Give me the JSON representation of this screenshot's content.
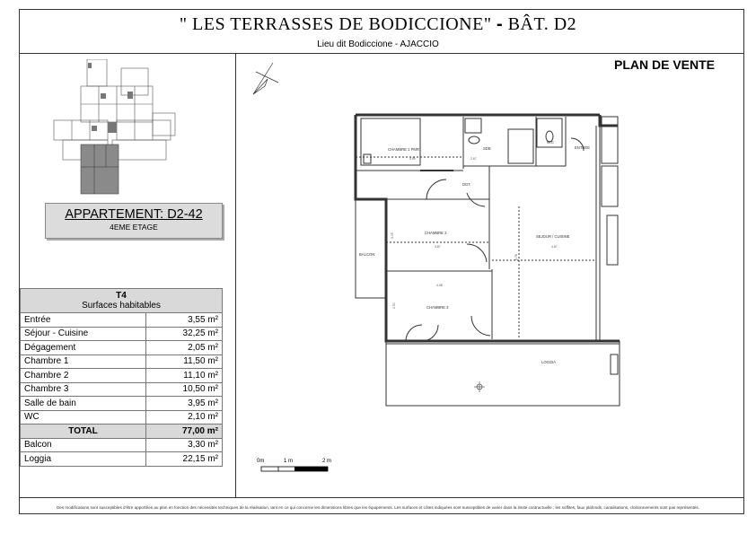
{
  "header": {
    "title": "\" LES TERRASSES DE BODICCIONE\"",
    "dash": "-",
    "building": "BÂT. D2",
    "location": "Lieu dit Bodiccione - AJACCIO"
  },
  "plan_label": "PLAN DE VENTE",
  "apartment": {
    "title": "APPARTEMENT: D2-42",
    "floor": "4EME ETAGE"
  },
  "surfaces": {
    "type": "T4",
    "heading": "Surfaces habitables",
    "rooms": [
      {
        "name": "Entrée",
        "area": "3,55 m²"
      },
      {
        "name": "Séjour - Cuisine",
        "area": "32,25 m²"
      },
      {
        "name": "Dégagement",
        "area": "2,05 m²"
      },
      {
        "name": "Chambre 1",
        "area": "11,50 m²"
      },
      {
        "name": "Chambre 2",
        "area": "11,10 m²"
      },
      {
        "name": "Chambre 3",
        "area": "10,50 m²"
      },
      {
        "name": "Salle de bain",
        "area": "3,95 m²"
      },
      {
        "name": "WC",
        "area": "2,10 m²"
      }
    ],
    "total": {
      "name": "TOTAL",
      "area": "77,00 m²"
    },
    "annexes": [
      {
        "name": "Balcon",
        "area": "3,30 m²"
      },
      {
        "name": "Loggia",
        "area": "22,15 m²"
      }
    ]
  },
  "rooms_on_plan": {
    "chambre1": "CHAMBRE 1 PMR",
    "sdb": "SDB",
    "wc": "W.C",
    "entree": "ENTREE",
    "dgt": "DGT.",
    "chambre2": "CHAMBRE 2",
    "chambre3": "CHAMBRE 3",
    "sejour": "SEJOUR / CUISINE",
    "balcon": "BALCON",
    "loggia": "LOGGIA"
  },
  "dimensions": {
    "d1": "4.99",
    "d2": "2.67",
    "d3": "3.87",
    "d4": "4.67",
    "d5": "4.08",
    "d6": "6.78",
    "d7": "3.05",
    "d8": "2.50"
  },
  "scale": {
    "m0": "0m",
    "m1": "1 m",
    "m2": "2 m"
  },
  "footer": "Des modifications sont susceptibles d'être apportées au plan en fonction des nécessités techniques de la réalisation, tant en ce qui concerne les dimensions libres que les équipements. Les surfaces et côtes indiquées sont susceptibles de varier dans la limite contractuelle ; les soffites, faux plafonds, canalisations, cloisonnements sont pas représentés."
}
